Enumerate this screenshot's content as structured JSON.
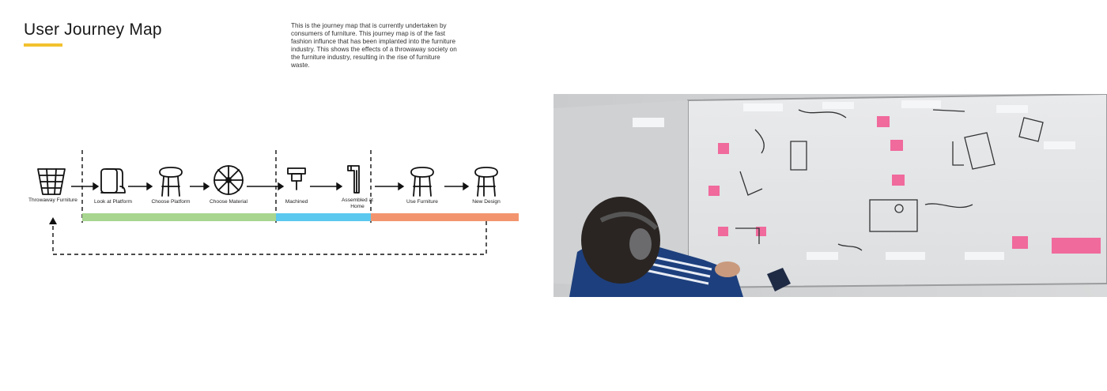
{
  "header": {
    "title": "User Journey Map",
    "description": "This is the journey map that is currently undertaken by consumers of furniture. This journey map is of the fast fashion influnce that has been implanted into the furniture industry. This shows the effects of a throwaway society on the furniture industry, resulting in the rise of furniture waste."
  },
  "journey": {
    "steps": [
      {
        "label": "Throwaway Furniture",
        "icon": "trash-basket-icon"
      },
      {
        "label": "Look at Platform",
        "icon": "scroll-icon"
      },
      {
        "label": "Choose Platform",
        "icon": "chair-icon"
      },
      {
        "label": "Choose Material",
        "icon": "wheel-icon"
      },
      {
        "label": "Machined",
        "icon": "machine-tool-icon"
      },
      {
        "label": "Assembled at Home",
        "icon": "allen-key-icon"
      },
      {
        "label": "Use Furniture",
        "icon": "chair-icon"
      },
      {
        "label": "New Design",
        "icon": "chair-icon"
      }
    ],
    "phase_colors": [
      "#a8d58f",
      "#5bc8ef",
      "#f2956f"
    ]
  },
  "photo": {
    "subject": "whiteboard-sketch-photo"
  }
}
